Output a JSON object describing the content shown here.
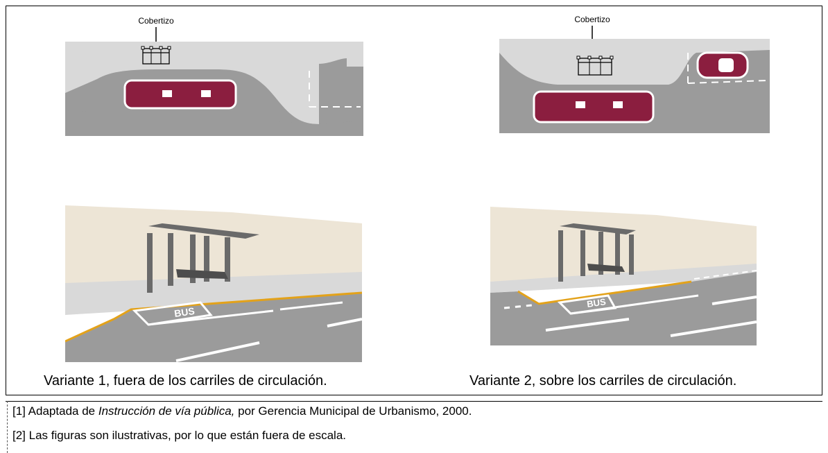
{
  "figure": {
    "top_left": {
      "shed_label": "Cobertizo"
    },
    "top_right": {
      "shed_label": "Cobertizo"
    },
    "bottom_left": {
      "bay_marking": "BUS"
    },
    "bottom_right": {
      "bay_marking": "BUS"
    },
    "captions": {
      "variant1": "Variante 1, fuera de los carriles de circulación.",
      "variant2": "Variante 2, sobre los carriles de circulación."
    }
  },
  "notes": [
    {
      "prefix": "[1] Adaptada de ",
      "italic": "Instrucción de vía pública,",
      "suffix": " por Gerencia Municipal de Urbanismo, 2000."
    },
    {
      "text": "[2] Las figuras son ilustrativas, por lo que están fuera de escala."
    }
  ],
  "colors": {
    "road": "#9b9b9b",
    "sidewalk": "#d9d9d9",
    "bus": "#8b1e3f",
    "wall": "#ede5d6",
    "curb_line": "#e3a21a"
  }
}
